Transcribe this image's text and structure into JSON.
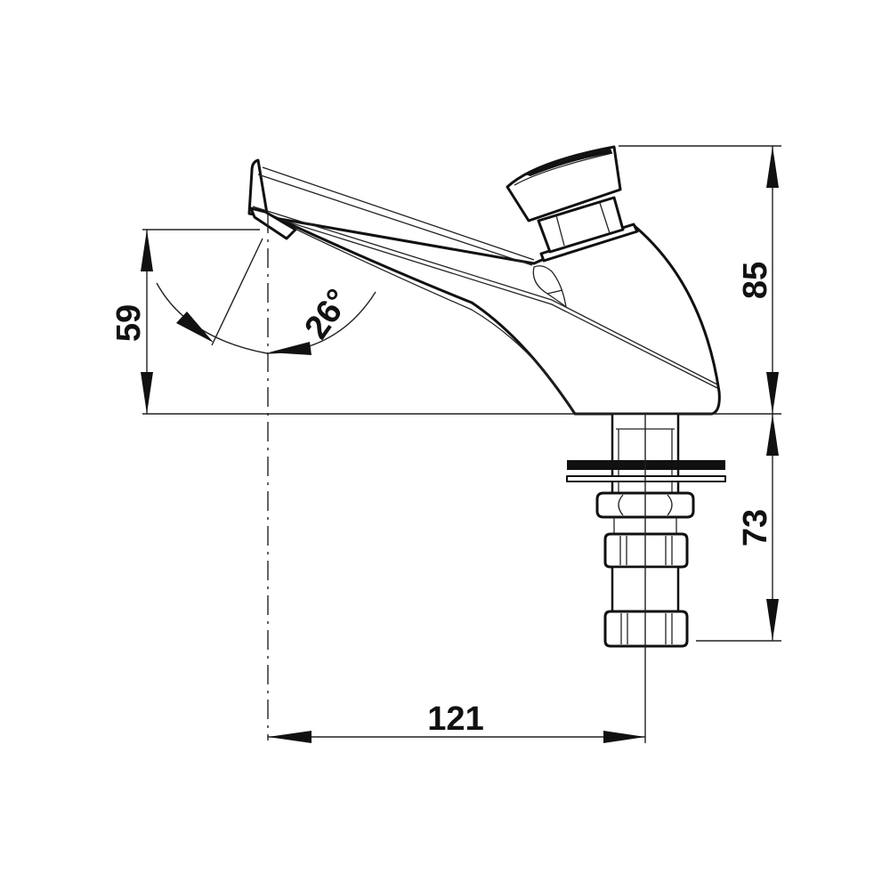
{
  "drawing": {
    "subject": "Push-button timed tap side elevation",
    "background": "#ffffff",
    "line_color": "#111111"
  },
  "dimensions": {
    "spout_height": {
      "value": "59",
      "orientation": "vertical",
      "position": "left"
    },
    "spout_angle": {
      "value": "26°",
      "orientation": "arc",
      "position": "under spout"
    },
    "body_height": {
      "value": "85",
      "orientation": "vertical",
      "position": "right-top"
    },
    "shank_length": {
      "value": "73",
      "orientation": "vertical",
      "position": "right-bottom"
    },
    "projection": {
      "value": "121",
      "orientation": "horizontal",
      "position": "bottom"
    }
  }
}
